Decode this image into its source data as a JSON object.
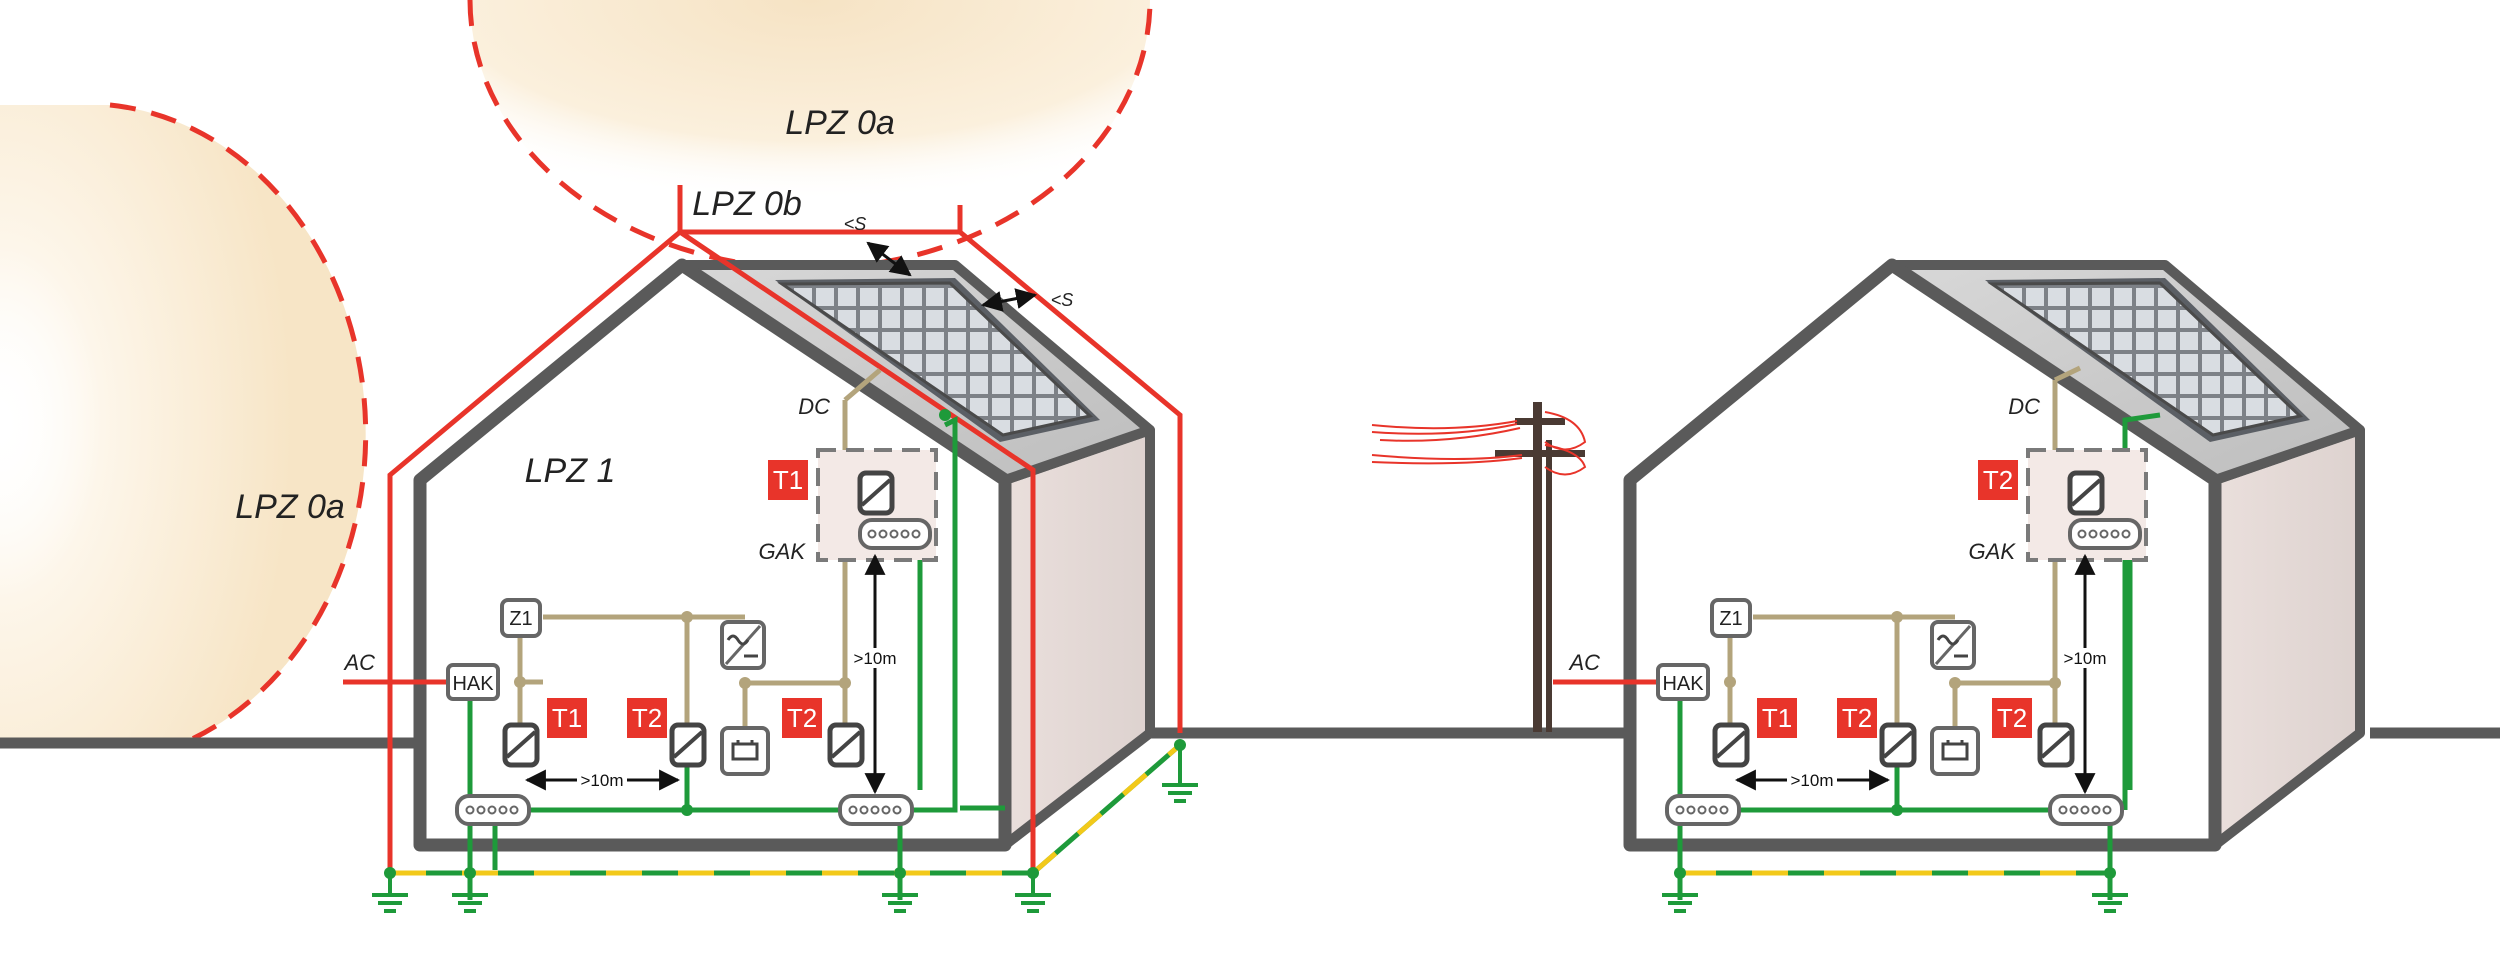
{
  "labels": {
    "lpz0a_top": "LPZ 0a",
    "lpz0a_left": "LPZ 0a",
    "lpz0b": "LPZ 0b",
    "lpz1": "LPZ 1",
    "sep_1": "<S",
    "sep_2": "<S"
  },
  "house_left": {
    "dc": "DC",
    "gak": "GAK",
    "ac": "AC",
    "hak": "HAK",
    "meter": "Z1",
    "spd_gak": "T1",
    "spd_hak": "T1",
    "spd_inv": "T2",
    "spd_batt": "T2",
    "dist_h": ">10m",
    "dist_v": ">10m"
  },
  "house_right": {
    "dc": "DC",
    "gak": "GAK",
    "ac": "AC",
    "hak": "HAK",
    "meter": "Z1",
    "spd_gak": "T2",
    "spd_hak": "T1",
    "spd_inv": "T2",
    "spd_batt": "T2",
    "dist_h": ">10m",
    "dist_v": ">10m"
  },
  "colors": {
    "zone_red": "#e8342a",
    "earth_green": "#1e9a3a",
    "conductor_tan": "#b3a47c",
    "wall_gray": "#5a5a5a",
    "tag_red": "#e8342a"
  }
}
